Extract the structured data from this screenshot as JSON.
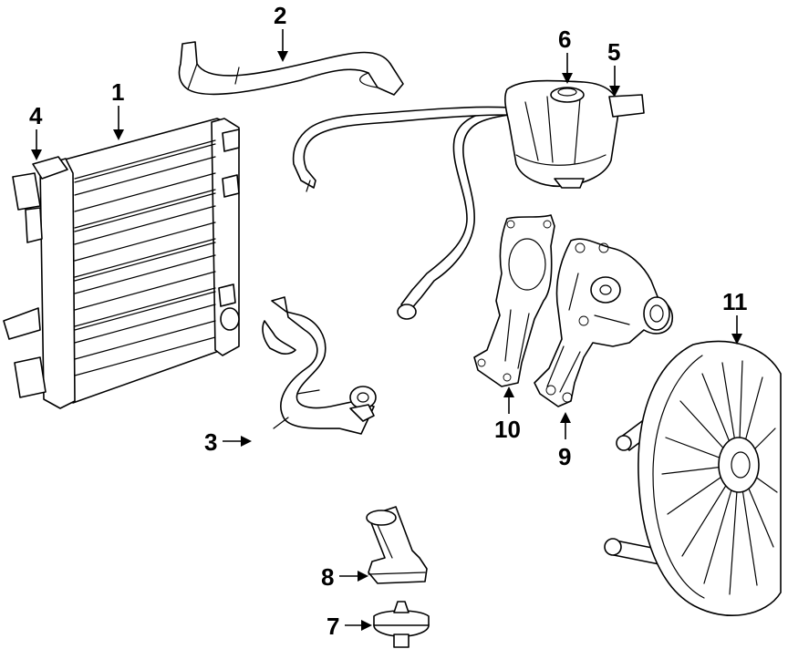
{
  "diagram": {
    "callouts": [
      {
        "id": "radiator",
        "label": "1"
      },
      {
        "id": "upper-hose",
        "label": "2"
      },
      {
        "id": "lower-hose",
        "label": "3"
      },
      {
        "id": "radiator-bracket",
        "label": "4"
      },
      {
        "id": "reservoir-bracket",
        "label": "5"
      },
      {
        "id": "reservoir-cap",
        "label": "6"
      },
      {
        "id": "thermostat",
        "label": "7"
      },
      {
        "id": "thermostat-housing",
        "label": "8"
      },
      {
        "id": "water-pump",
        "label": "9"
      },
      {
        "id": "pump-gasket",
        "label": "10"
      },
      {
        "id": "fan-assembly",
        "label": "11"
      }
    ]
  }
}
